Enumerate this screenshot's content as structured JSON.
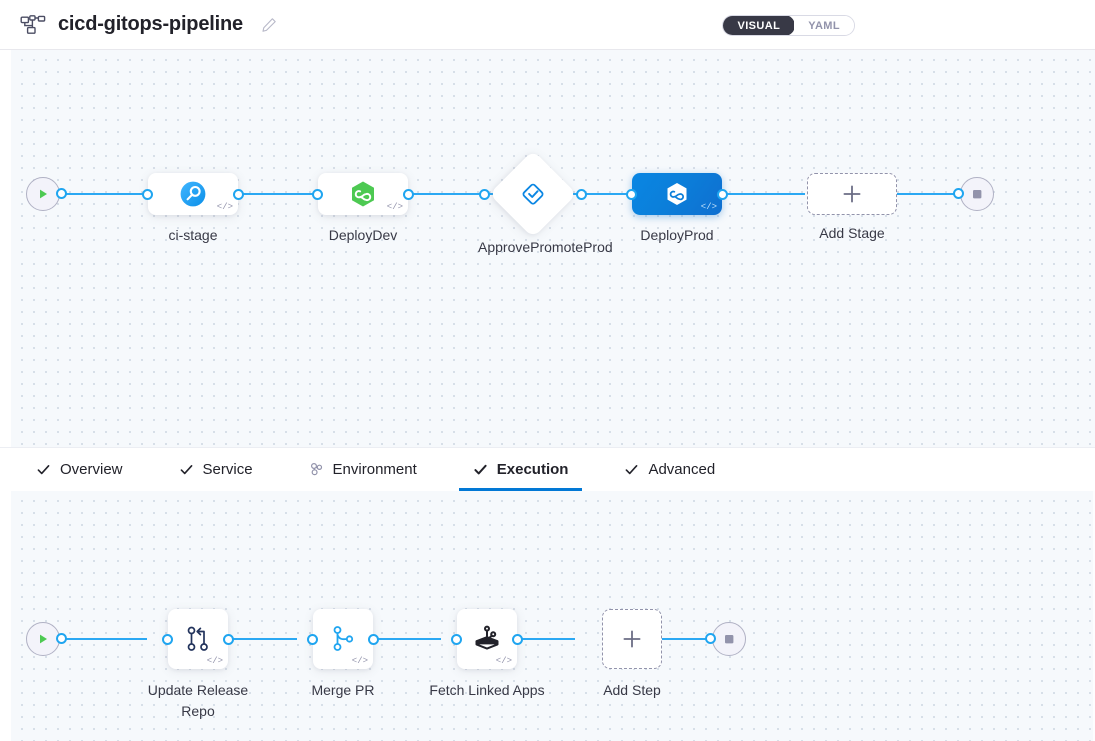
{
  "header": {
    "pipeline_icon": "pipeline-icon",
    "title": "cicd-gitops-pipeline",
    "edit_icon": "pencil-edit-icon",
    "view_toggle": {
      "visual_label": "VISUAL",
      "yaml_label": "YAML",
      "selected": "VISUAL"
    }
  },
  "colors": {
    "accent_blue": "#0278d5",
    "connector_blue": "#2ba8f3",
    "selected_stage": "#0b7fda",
    "toggle_dark": "#383946",
    "canvas_bg": "#f6f9fc",
    "grid_dot": "#cdd6e2",
    "label_text": "#383946",
    "start_green": "#4dc952",
    "stop_gray": "#9293ab"
  },
  "stage_canvas": {
    "start_node": {
      "name": "start-node",
      "icon": "play-icon"
    },
    "end_node": {
      "name": "end-node",
      "icon": "stop-square-icon"
    },
    "stages": [
      {
        "id": "ci-stage",
        "label": "ci-stage",
        "type": "ci",
        "icon": "harness-ci-icon",
        "shape": "rounded-rect",
        "selected": false,
        "code_badge": "</>"
      },
      {
        "id": "deploy-dev",
        "label": "DeployDev",
        "type": "deployment",
        "icon": "gitops-hexagon-green-icon",
        "shape": "rounded-rect",
        "selected": false,
        "code_badge": "</>"
      },
      {
        "id": "approve-promote-prod",
        "label": "ApprovePromotePro",
        "label_line1": "ApprovePromot",
        "label_line2": "eProd",
        "type": "approval",
        "icon": "approval-diamond-check-icon",
        "shape": "diamond",
        "selected": false,
        "code_badge": ""
      },
      {
        "id": "deploy-prod",
        "label": "DeployProd",
        "type": "deployment",
        "icon": "gitops-hexagon-white-icon",
        "shape": "rounded-rect",
        "selected": true,
        "code_badge": "</>"
      }
    ],
    "add_stage": {
      "label": "Add Stage",
      "icon": "plus-icon"
    }
  },
  "tabs": [
    {
      "id": "overview",
      "label": "Overview",
      "icon": "check-icon",
      "active": false
    },
    {
      "id": "service",
      "label": "Service",
      "icon": "check-icon",
      "active": false
    },
    {
      "id": "environment",
      "label": "Environment",
      "icon": "cluster-icon",
      "active": false
    },
    {
      "id": "execution",
      "label": "Execution",
      "icon": "check-icon",
      "active": true
    },
    {
      "id": "advanced",
      "label": "Advanced",
      "icon": "check-icon",
      "active": false
    }
  ],
  "step_canvas": {
    "start_node": {
      "name": "start-node",
      "icon": "play-icon"
    },
    "end_node": {
      "name": "end-node",
      "icon": "stop-square-icon"
    },
    "steps": [
      {
        "id": "update-release-repo",
        "label": "Update Release Repo",
        "icon": "git-merge-icon",
        "code_badge": "</>"
      },
      {
        "id": "merge-pr",
        "label": "Merge PR",
        "icon": "git-branch-icon",
        "code_badge": "</>"
      },
      {
        "id": "fetch-linked-apps",
        "label": "Fetch Linked Apps",
        "icon": "gitops-apps-icon",
        "code_badge": "</>"
      }
    ],
    "add_step": {
      "label": "Add Step",
      "icon": "plus-icon"
    }
  }
}
